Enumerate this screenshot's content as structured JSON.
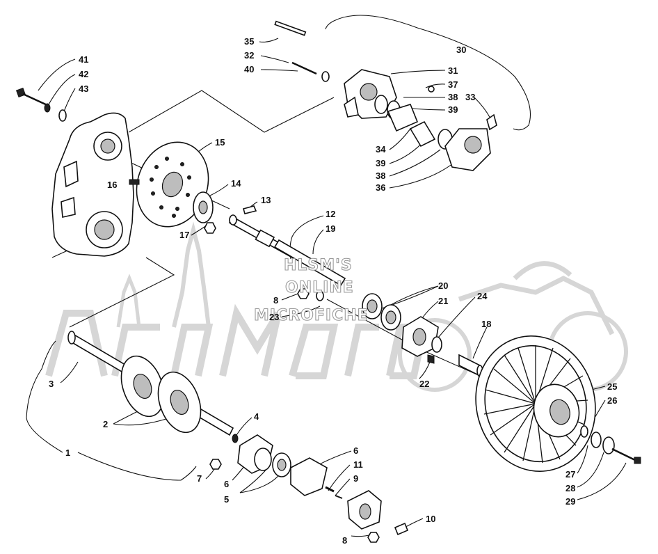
{
  "watermark": {
    "line1": "HLSM'S",
    "line2": "ONLINE",
    "line3": "MICROFICHE",
    "brand_color": "#d6d6d6"
  },
  "callouts": {
    "c35": "35",
    "c32": "32",
    "c40": "40",
    "c30": "30",
    "c41": "41",
    "c42": "42",
    "c43": "43",
    "c31": "31",
    "c37": "37",
    "c38a": "38",
    "c39a": "39",
    "c33": "33",
    "c34": "34",
    "c39b": "39",
    "c38b": "38",
    "c36": "36",
    "c15": "15",
    "c14": "14",
    "c16": "16",
    "c13": "13",
    "c17": "17",
    "c12": "12",
    "c19": "19",
    "c8a": "8",
    "c23": "23",
    "c20": "20",
    "c21": "21",
    "c24": "24",
    "c18": "18",
    "c22": "22",
    "c3": "3",
    "c2": "2",
    "c4": "4",
    "c1": "1",
    "c6a": "6",
    "c11": "11",
    "c9": "9",
    "c7": "7",
    "c6b": "6",
    "c5": "5",
    "c10": "10",
    "c8b": "8",
    "c25": "25",
    "c26": "26",
    "c27": "27",
    "c28": "28",
    "c29": "29"
  }
}
